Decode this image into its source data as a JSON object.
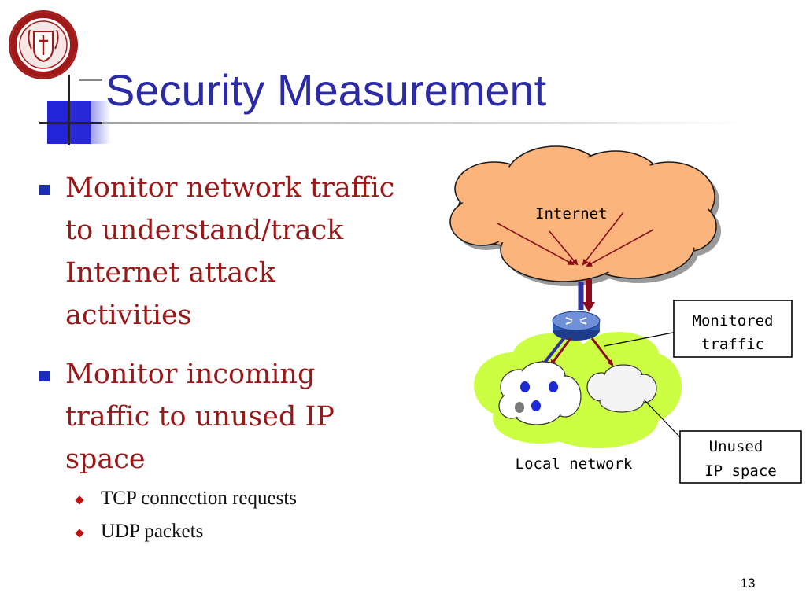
{
  "slide": {
    "title": "Security Measurement",
    "page_number": "13"
  },
  "bullets": [
    {
      "lines": [
        "Monitor network traffic",
        "to understand/track",
        "Internet attack",
        "activities"
      ]
    },
    {
      "lines": [
        "Monitor incoming",
        "traffic to unused IP",
        "space"
      ],
      "sub": [
        "TCP connection requests",
        "UDP packets"
      ]
    }
  ],
  "diagram": {
    "internet_label": "Internet",
    "monitored_label": [
      "Monitored",
      "traffic"
    ],
    "unused_label": [
      "Unused",
      "IP space"
    ],
    "local_label": "Local network"
  },
  "colors": {
    "title": "#2b2ba8",
    "bullet_text": "#9a1818",
    "internet_cloud": "#fbb57c",
    "local_cloud": "#ccff44",
    "arrow_red": "#8b0b1a",
    "arrow_blue": "#2e3299"
  },
  "icons": [
    "university-seal-icon",
    "router-icon",
    "square-bullet-icon",
    "diamond-bullet-icon"
  ]
}
